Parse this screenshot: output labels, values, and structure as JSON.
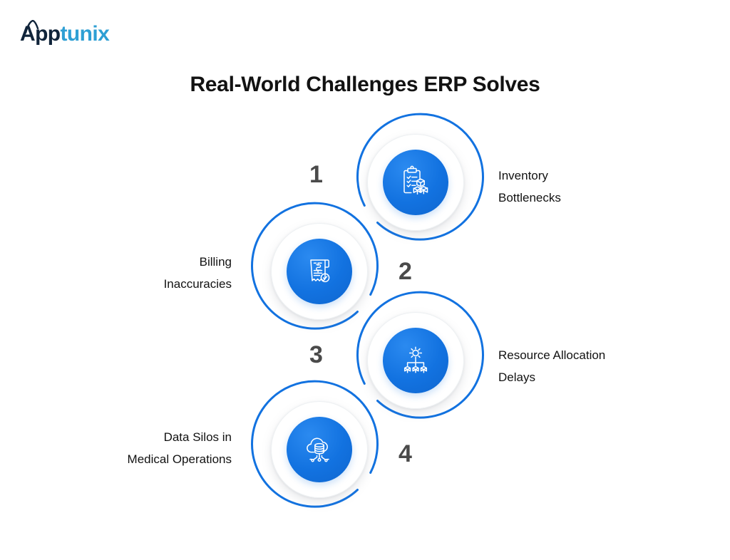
{
  "logo": {
    "name": "Apptunix",
    "part_dark": "App",
    "part_blue": "tunix",
    "caret_icon": "caret-accent-icon",
    "color_dark": "#10243a",
    "color_blue": "#2e9fd4"
  },
  "title": "Real-World Challenges ERP Solves",
  "theme": {
    "background": "#ffffff",
    "accent_blue": "#1272e0",
    "ring_blue": "#1272e0",
    "disc_white": "#ffffff",
    "number_gray": "#4a4a4a",
    "text_black": "#121212"
  },
  "steps": [
    {
      "number": "1",
      "label": "Inventory\nBottlenecks",
      "label_line1": "Inventory",
      "label_line2": "Bottlenecks",
      "icon": "clipboard-checklist-boxes-icon",
      "side": "right"
    },
    {
      "number": "2",
      "label": "Billing\nInaccuracies",
      "label_line1": "Billing",
      "label_line2": "Inaccuracies",
      "icon": "invoice-dollar-check-icon",
      "side": "left"
    },
    {
      "number": "3",
      "label": "Resource Allocation\nDelays",
      "label_line1": "Resource Allocation",
      "label_line2": "Delays",
      "icon": "gear-hierarchy-boxes-icon",
      "side": "right"
    },
    {
      "number": "4",
      "label": "Data Silos in\nMedical Operations",
      "label_line1": "Data Silos in",
      "label_line2": "Medical Operations",
      "icon": "cloud-database-network-icon",
      "side": "left"
    }
  ]
}
